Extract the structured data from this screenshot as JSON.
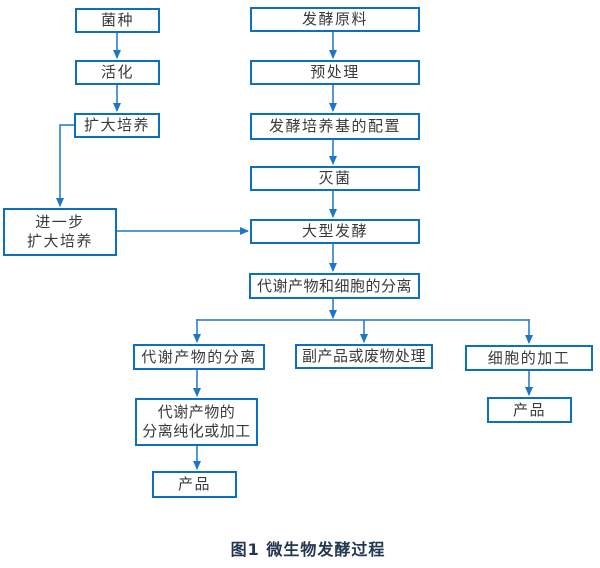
{
  "diagram": {
    "caption": "图1 微生物发酵过程",
    "colors": {
      "background": "#ffffff",
      "box_border": "#0d6fc1",
      "arrow": "#1e76c6",
      "box_text": "#3a3a3a",
      "caption_text": "#233750"
    },
    "nodes": {
      "seed": "菌种",
      "activation": "活化",
      "expand_culture": "扩大培养",
      "further_expand_culture": "进一步\n扩大培养",
      "raw_material": "发酵原料",
      "pretreatment": "预处理",
      "medium_preparation": "发酵培养基的配置",
      "sterilization": "灭菌",
      "large_scale_fermentation": "大型发酵",
      "metabolite_cell_separation": "代谢产物和细胞的分离",
      "metabolite_separation": "代谢产物的分离",
      "byproduct_waste_treatment": "副产品或废物处理",
      "cell_processing": "细胞的加工",
      "metabolite_purification": "代谢产物的\n分离纯化或加工",
      "product_metabolite": "产品",
      "product_cell": "产品"
    }
  }
}
